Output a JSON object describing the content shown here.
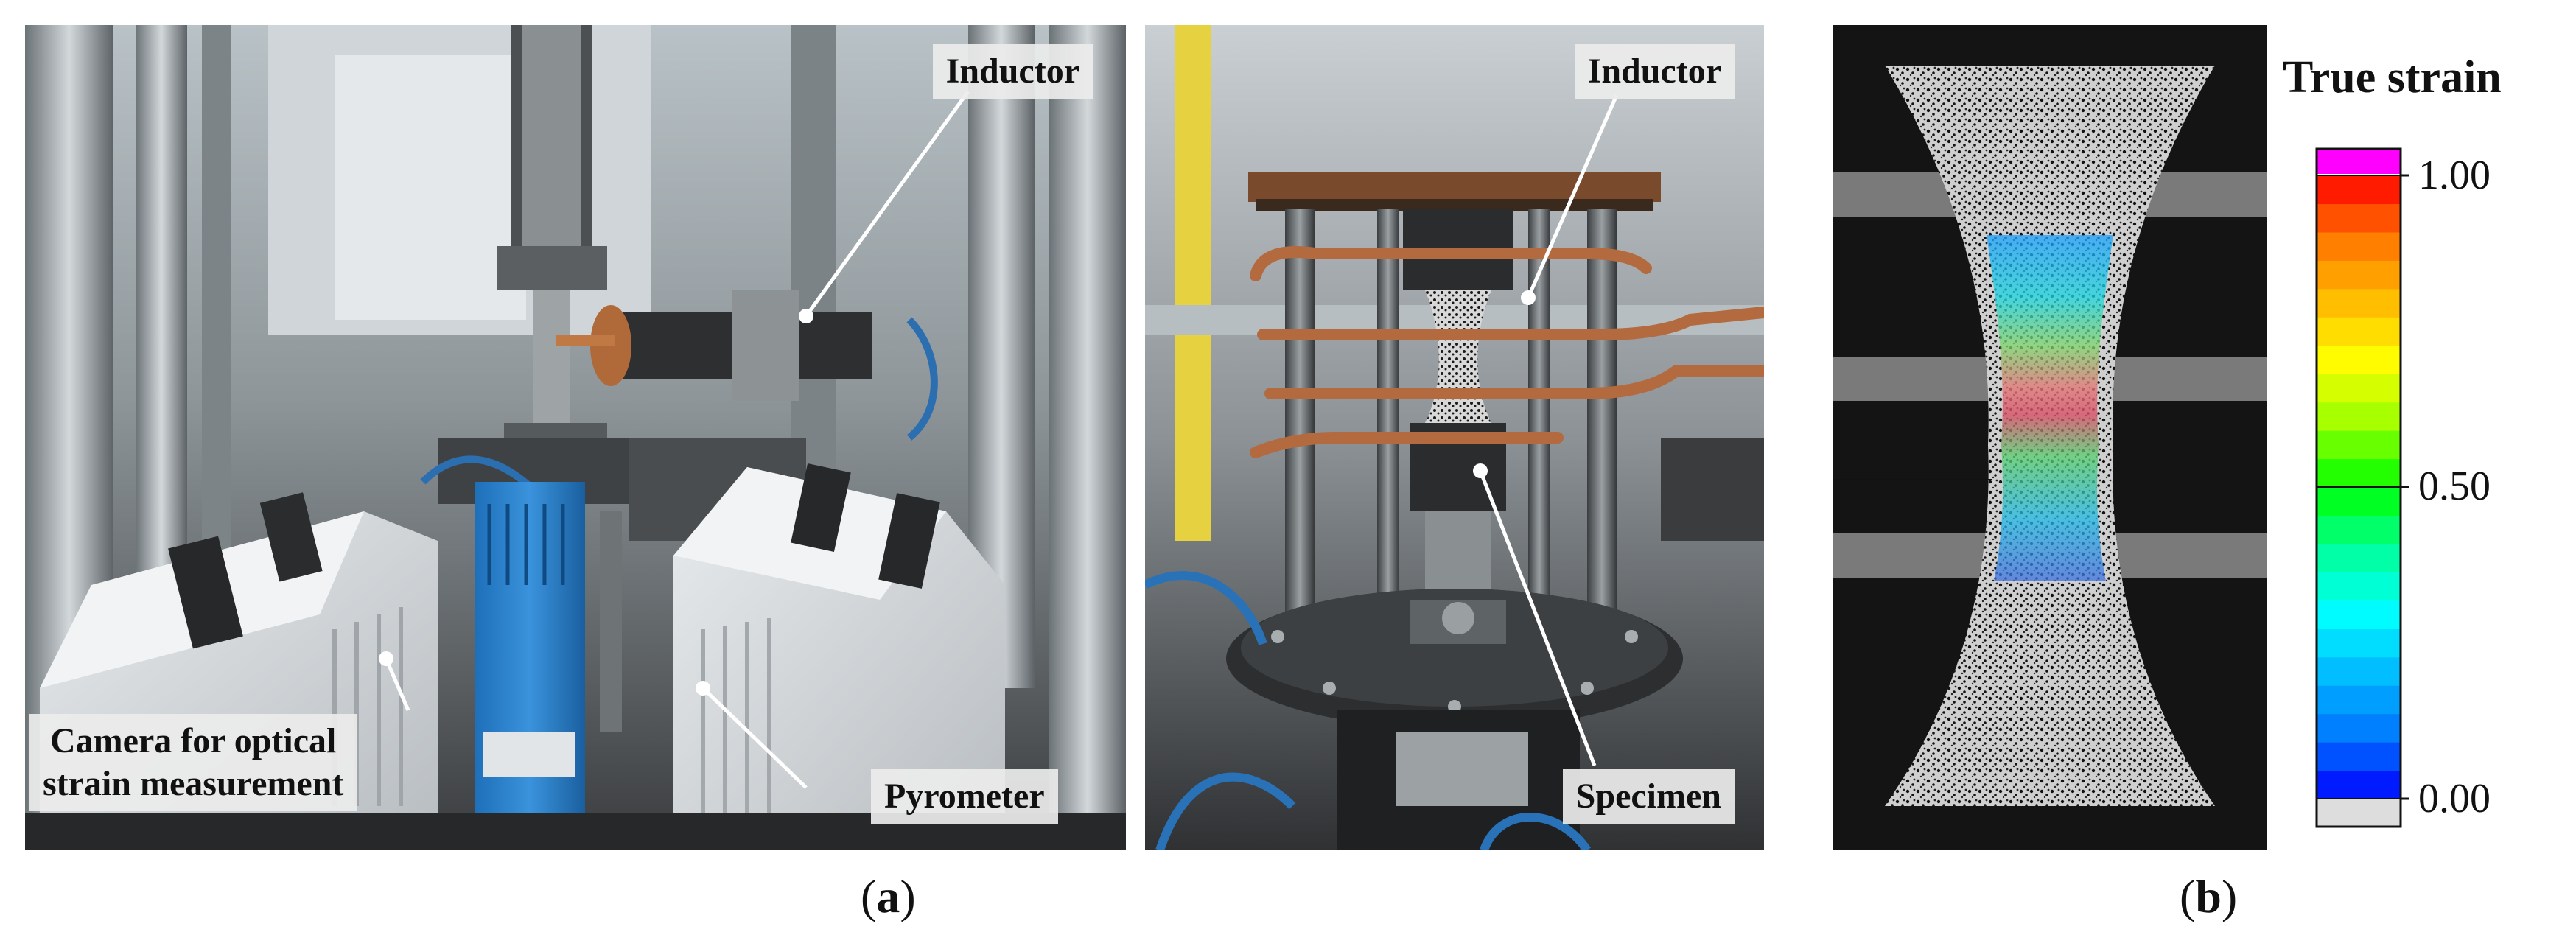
{
  "figure": {
    "panel_a": {
      "caption_letter": "a",
      "left_photo": {
        "labels": {
          "inductor": "Inductor",
          "camera_line1": "Camera for optical",
          "camera_line2": "strain measurement",
          "pyrometer": "Pyrometer"
        }
      },
      "right_photo": {
        "labels": {
          "inductor": "Inductor",
          "specimen": "Specimen"
        }
      }
    },
    "panel_b": {
      "caption_letter": "b",
      "colorbar": {
        "title": "True strain",
        "tick_labels": [
          "1.00",
          "0.50",
          "0.00"
        ],
        "tick_values": [
          1.0,
          0.5,
          0.0
        ],
        "range": [
          0,
          1
        ],
        "colors_low_to_high": [
          "#0000ff",
          "#0077ff",
          "#00bbff",
          "#00ffff",
          "#00ff99",
          "#00ff00",
          "#99ff00",
          "#ffff00",
          "#ffbb00",
          "#ff7700",
          "#ff0000"
        ],
        "over_color": "#ff00ff",
        "under_color": "#dddddd"
      }
    }
  }
}
